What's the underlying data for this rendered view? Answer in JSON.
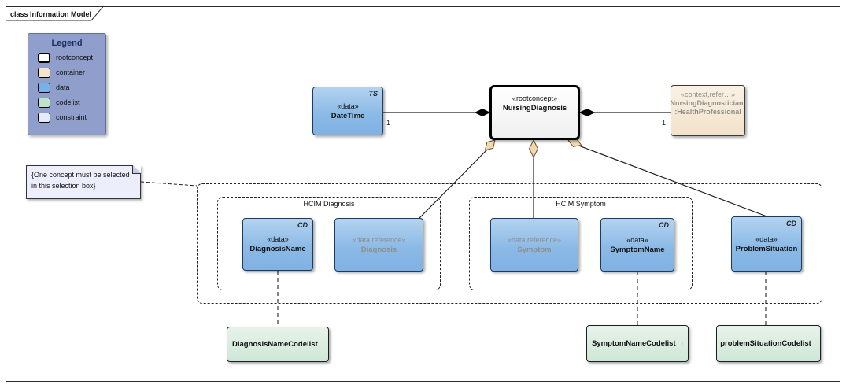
{
  "frame": {
    "title": "class Information Model"
  },
  "legend": {
    "title": "Legend",
    "items": [
      {
        "label": "rootconcept",
        "color": "#ffffff"
      },
      {
        "label": "container",
        "color": "#f6e3cf"
      },
      {
        "label": "data",
        "color": "#76b1e8"
      },
      {
        "label": "codelist",
        "color": "#bfe3cd"
      },
      {
        "label": "constraint",
        "color": "#e6e9f8"
      }
    ],
    "background": "#8f9ecb"
  },
  "note": {
    "text": "{One concept must be selected in this selection box}"
  },
  "groups": {
    "hcim_diagnosis": {
      "label": "HCIM Diagnosis"
    },
    "hcim_symptom": {
      "label": "HCIM Symptom"
    }
  },
  "nodes": {
    "datetime": {
      "tag": "TS",
      "stereotype": "«data»",
      "name": "DateTime"
    },
    "nursing_diagnosis": {
      "stereotype": "«rootconcept»",
      "name": "NursingDiagnosis"
    },
    "nursing_diagnostician": {
      "stereotype": "«context,refer…»",
      "name_line1": "NursingDiagnostician:",
      "name_line2": ":HealthProfessional"
    },
    "diagnosis_name": {
      "tag": "CD",
      "stereotype": "«data»",
      "name": "DiagnosisName"
    },
    "diagnosis": {
      "stereotype": "«data,reference»",
      "name": "Diagnosis"
    },
    "symptom": {
      "stereotype": "«data,reference»",
      "name": "Symptom"
    },
    "symptom_name": {
      "tag": "CD",
      "stereotype": "«data»",
      "name": "SymptomName"
    },
    "problem_situation": {
      "tag": "CD",
      "stereotype": "«data»",
      "name": "ProblemSituation"
    },
    "diagnosis_name_codelist": {
      "name": "DiagnosisNameCodelist"
    },
    "symptom_name_codelist": {
      "name": "SymptomNameCodelist"
    },
    "problem_situation_codelist": {
      "name": "problemSituationCodelist"
    }
  },
  "connectors": {
    "datetime_multiplicity": "1",
    "diagnostician_multiplicity": "1"
  },
  "colors": {
    "data_fill": "#8cbae6",
    "container_fill": "#f3e2ca",
    "codelist_fill": "#d9ecdf",
    "constraint_fill": "#eceefb",
    "legend_fill": "#8f9ecb",
    "aggregation_diamond": "#f2d8ac",
    "composition_diamond": "#000000",
    "reference_text": "#8f8f8f"
  }
}
